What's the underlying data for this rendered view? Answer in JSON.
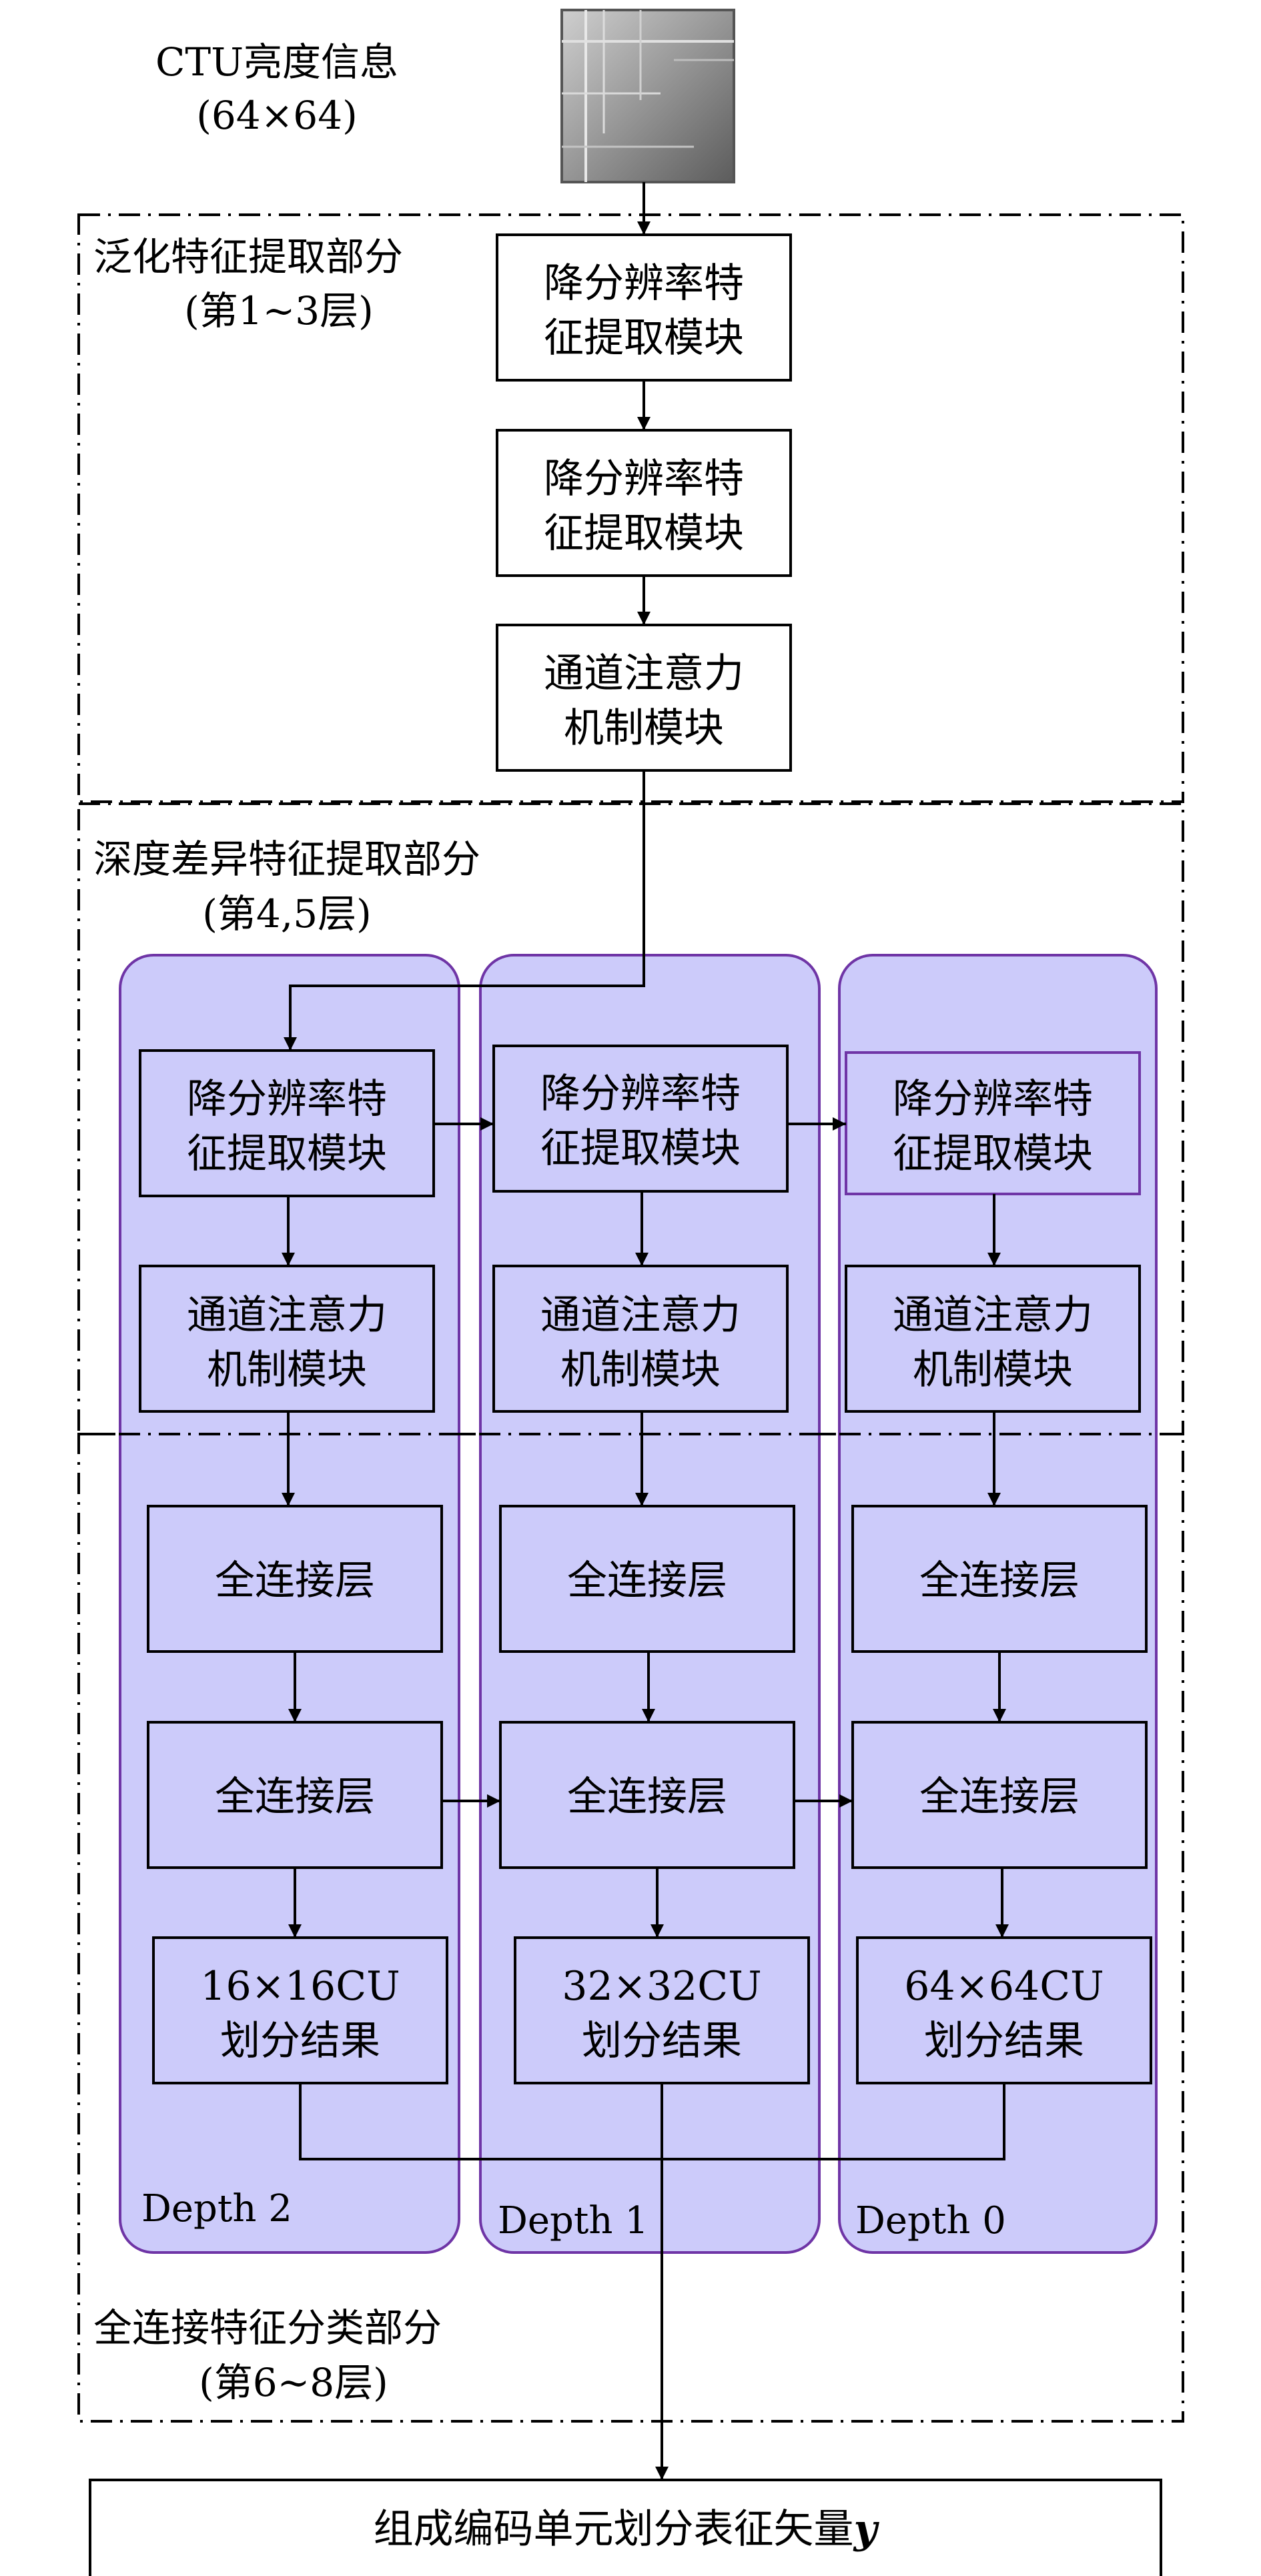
{
  "input": {
    "title": "CTU亮度信息",
    "size": "(64×64)"
  },
  "sections": {
    "generalized": {
      "title": "泛化特征提取部分",
      "layers": "(第1~3层)"
    },
    "depth_diff": {
      "title": "深度差异特征提取部分",
      "layers": "(第4,5层)"
    },
    "fc_class": {
      "title": "全连接特征分类部分",
      "layers": "(第6~8层)"
    }
  },
  "top_blocks": {
    "downsample1": {
      "line1": "降分辨率特",
      "line2": "征提取模块"
    },
    "downsample2": {
      "line1": "降分辨率特",
      "line2": "征提取模块"
    },
    "attention": {
      "line1": "通道注意力",
      "line2": "机制模块"
    }
  },
  "branches": [
    {
      "depth_label": "Depth 2",
      "downsample": {
        "line1": "降分辨率特",
        "line2": "征提取模块"
      },
      "attention": {
        "line1": "通道注意力",
        "line2": "机制模块"
      },
      "fc1": "全连接层",
      "fc2": "全连接层",
      "result": {
        "line1": "16×16CU",
        "line2": "划分结果"
      }
    },
    {
      "depth_label": "Depth 1",
      "downsample": {
        "line1": "降分辨率特",
        "line2": "征提取模块"
      },
      "attention": {
        "line1": "通道注意力",
        "line2": "机制模块"
      },
      "fc1": "全连接层",
      "fc2": "全连接层",
      "result": {
        "line1": "32×32CU",
        "line2": "划分结果"
      }
    },
    {
      "depth_label": "Depth 0",
      "downsample": {
        "line1": "降分辨率特",
        "line2": "征提取模块"
      },
      "attention": {
        "line1": "通道注意力",
        "line2": "机制模块"
      },
      "fc1": "全连接层",
      "fc2": "全连接层",
      "result": {
        "line1": "64×64CU",
        "line2": "划分结果"
      }
    }
  ],
  "output": {
    "label": "组成编码单元划分表征矢量",
    "symbol": "y"
  },
  "colors": {
    "branch_fill": "#cccbfa",
    "branch_stroke": "#6f35a6",
    "line": "#000000"
  }
}
